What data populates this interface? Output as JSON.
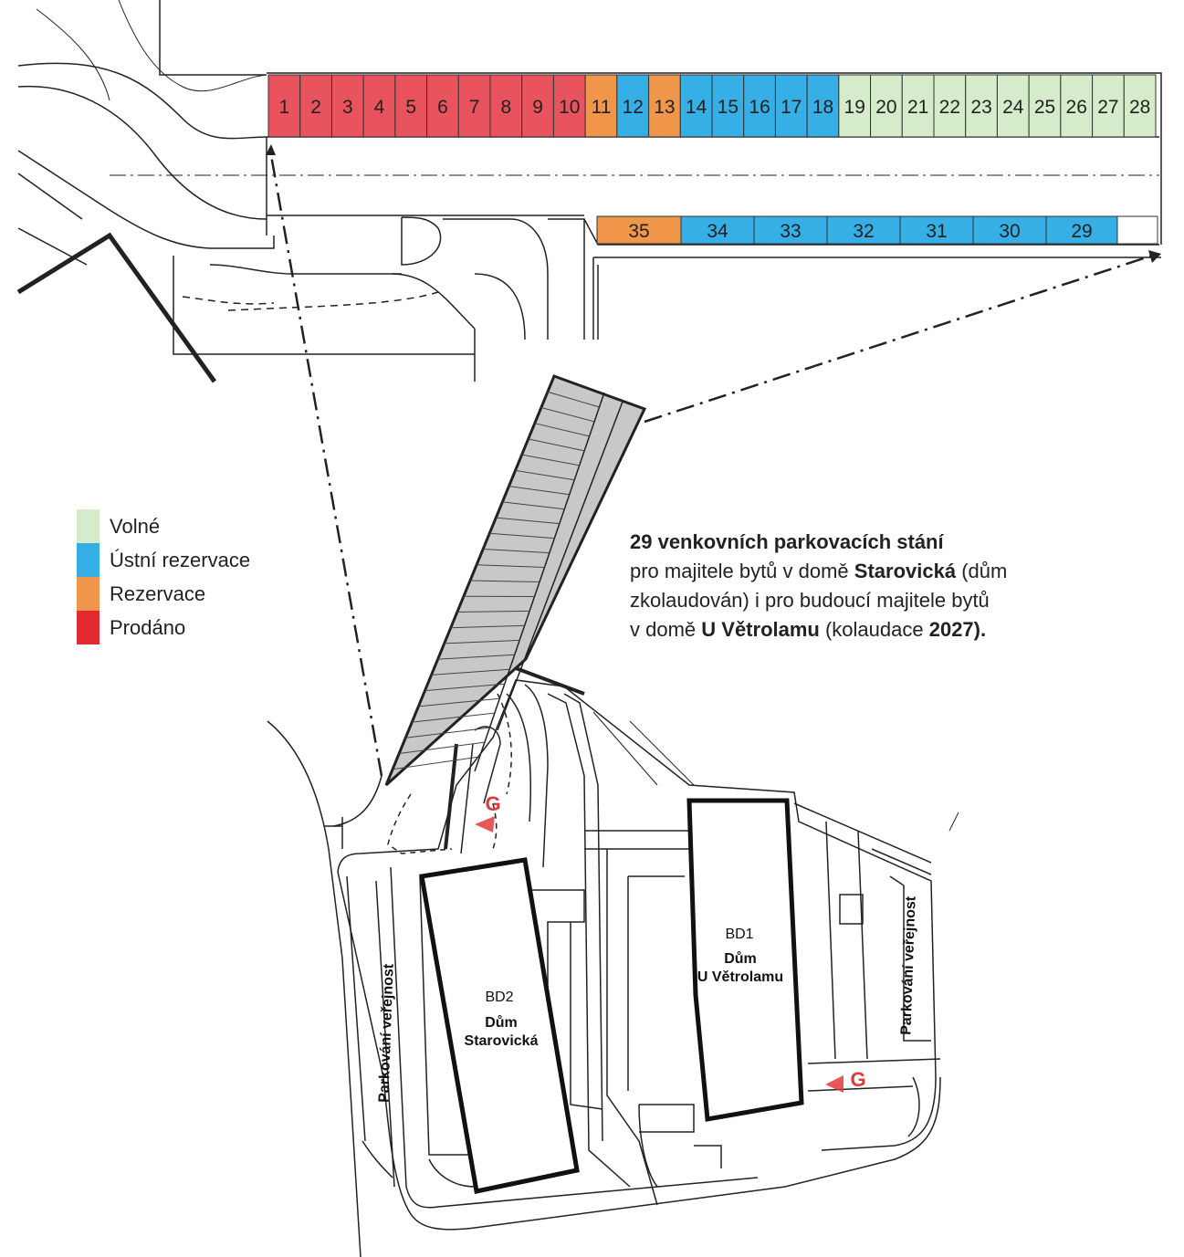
{
  "colors": {
    "volne": "#d6ebc9",
    "ustni_rezervace": "#36aee6",
    "rezervace": "#f0964a",
    "prodano": "#e9535d",
    "legend_prodano": "#e32a30",
    "entrance": "#e23a3a",
    "parking_block": "#c6c6c6"
  },
  "legend": [
    {
      "label": "Volné",
      "status": "volne"
    },
    {
      "label": "Ústní rezervace",
      "status": "ustni_rezervace"
    },
    {
      "label": "Rezervace",
      "status": "rezervace"
    },
    {
      "label": "Prodáno",
      "status": "prodano"
    }
  ],
  "spaces_top": [
    {
      "n": "1",
      "status": "prodano"
    },
    {
      "n": "2",
      "status": "prodano"
    },
    {
      "n": "3",
      "status": "prodano"
    },
    {
      "n": "4",
      "status": "prodano"
    },
    {
      "n": "5",
      "status": "prodano"
    },
    {
      "n": "6",
      "status": "prodano"
    },
    {
      "n": "7",
      "status": "prodano"
    },
    {
      "n": "8",
      "status": "prodano"
    },
    {
      "n": "9",
      "status": "prodano"
    },
    {
      "n": "10",
      "status": "prodano"
    },
    {
      "n": "11",
      "status": "rezervace"
    },
    {
      "n": "12",
      "status": "ustni_rezervace"
    },
    {
      "n": "13",
      "status": "rezervace"
    },
    {
      "n": "14",
      "status": "ustni_rezervace"
    },
    {
      "n": "15",
      "status": "ustni_rezervace"
    },
    {
      "n": "16",
      "status": "ustni_rezervace"
    },
    {
      "n": "17",
      "status": "ustni_rezervace"
    },
    {
      "n": "18",
      "status": "ustni_rezervace"
    },
    {
      "n": "19",
      "status": "volne"
    },
    {
      "n": "20",
      "status": "volne"
    },
    {
      "n": "21",
      "status": "volne"
    },
    {
      "n": "22",
      "status": "volne"
    },
    {
      "n": "23",
      "status": "volne"
    },
    {
      "n": "24",
      "status": "volne"
    },
    {
      "n": "25",
      "status": "volne"
    },
    {
      "n": "26",
      "status": "volne"
    },
    {
      "n": "27",
      "status": "volne"
    },
    {
      "n": "28",
      "status": "volne"
    }
  ],
  "spaces_bottom": [
    {
      "n": "35",
      "status": "rezervace"
    },
    {
      "n": "34",
      "status": "ustni_rezervace"
    },
    {
      "n": "33",
      "status": "ustni_rezervace"
    },
    {
      "n": "32",
      "status": "ustni_rezervace"
    },
    {
      "n": "31",
      "status": "ustni_rezervace"
    },
    {
      "n": "30",
      "status": "ustni_rezervace"
    },
    {
      "n": "29",
      "status": "ustni_rezervace"
    }
  ],
  "description": {
    "headline": "29 venkovních parkovacích stání",
    "l2_a": "pro majitele bytů v domě ",
    "l2_b": "Starovická",
    "l2_c": " (dům",
    "l3": "zkolaudován) i pro budoucí majitele bytů",
    "l4_a": "v domě ",
    "l4_b": "U Větrolamu",
    "l4_c": " (kolaudace ",
    "l4_d": "2027).",
    "l4_e": ""
  },
  "buildings": {
    "bd2_code": "BD2",
    "bd2_line1": "Dům",
    "bd2_line2": "Starovická",
    "bd1_code": "BD1",
    "bd1_line1": "Dům",
    "bd1_line2": "U Větrolamu"
  },
  "labels": {
    "public_parking": "Parkování veřejnost",
    "entrance": "G"
  }
}
